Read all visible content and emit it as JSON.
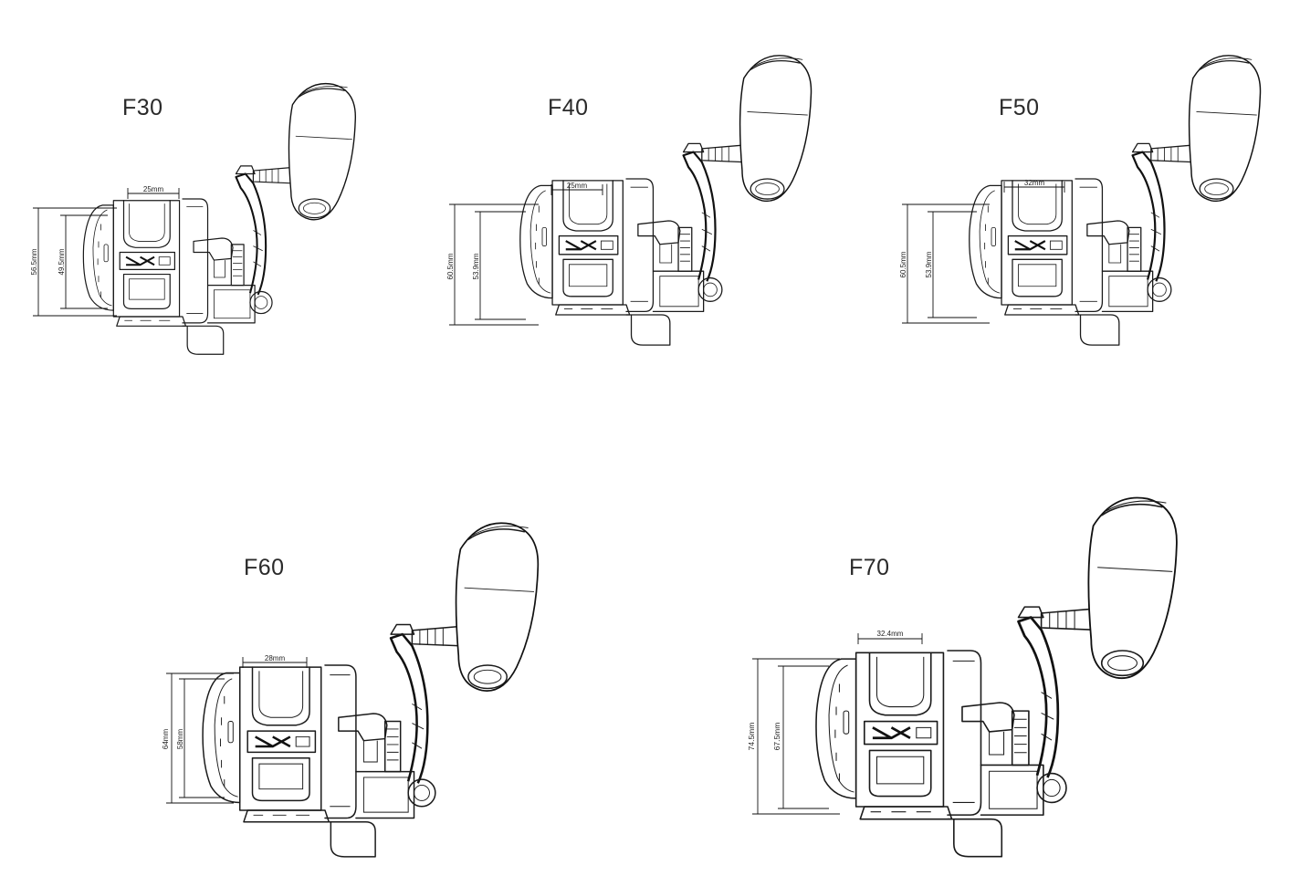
{
  "reels": [
    {
      "model": "F30",
      "spool_width": "25mm",
      "outer_height": "56.5mm",
      "inner_height": "49.5mm"
    },
    {
      "model": "F40",
      "spool_width": "25mm",
      "outer_height": "60.5mm",
      "inner_height": "53.9mm"
    },
    {
      "model": "F50",
      "spool_width": "32mm",
      "outer_height": "60.5mm",
      "inner_height": "53.9mm"
    },
    {
      "model": "F60",
      "spool_width": "28mm",
      "outer_height": "64mm",
      "inner_height": "58mm"
    },
    {
      "model": "F70",
      "spool_width": "32.4mm",
      "outer_height": "74.5mm",
      "inner_height": "67.5mm"
    }
  ]
}
